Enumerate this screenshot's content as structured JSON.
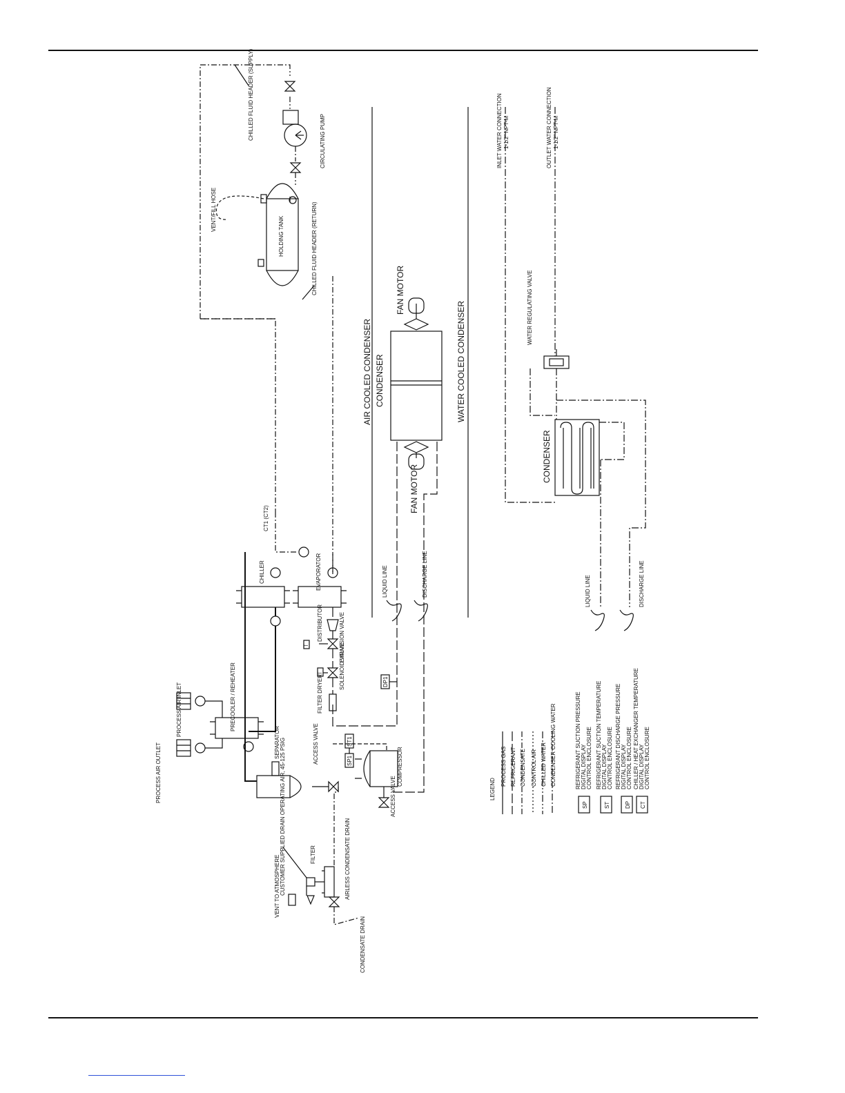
{
  "labels": {
    "chilled_fluid_header_supply": "CHILLED FLUID HEADER (SUPPLY)",
    "circulating_pump": "CIRCULATING PUMP",
    "vent_fill_hose": "VENT/FILL HOSE",
    "holding_tank": "HOLDING TANK",
    "chilled_fluid_header_return": "CHILLED FLUID HEADER (RETURN)",
    "inlet_water_connection": "INLET WATER CONNECTION",
    "inlet_npt": "1-1/2\" NPT-M",
    "outlet_water_connection": "OUTLET WATER CONNECTION",
    "outlet_npt": "1-1/2\" NPT-M",
    "air_cooled_condenser": "AIR COOLED CONDENSER",
    "condenser_air": "CONDENSER",
    "water_cooled_condenser": "WATER COOLED CONDENSER",
    "fan_motor_top": "FAN MOTOR",
    "fan_motor_bottom": "FAN MOTOR",
    "water_regulating_valve": "WATER REGULATING VALVE",
    "condenser_water": "CONDENSER",
    "ct_tag": "CT1 (CT2)",
    "chiller": "CHILLER",
    "evaporator": "EVAPORATOR",
    "liquid_line_air": "LIQUID LINE",
    "discharge_line_air": "DISCHARGE LINE",
    "liquid_line_water": "LIQUID LINE",
    "discharge_line_water": "DISCHARGE LINE",
    "distributor": "DISTRIBUTOR",
    "expansion_valve": "EXPANSION VALVE",
    "solenoid_valve": "SOLENOID VALVE",
    "filter_dryer": "FILTER DRYER",
    "dp_tag": "DP1",
    "process_air_inlet": "PROCESS AIR INLET",
    "process_air_outlet": "PROCESS AIR OUTLET",
    "precooler_reheater": "PRECOOLER / REHEATER",
    "separator": "SEPARATOR",
    "access_valve_top": "ACCESS VALVE",
    "access_valve_bottom": "ACCESS VALVE",
    "sp_tag": "SP1",
    "st_tag": "ST1",
    "compressor": "COMPRESSOR",
    "customer_supplied_drain": "CUSTOMER SUPPLIED DRAIN OPERATING AIR, 45-125 PSIG",
    "filter": "FILTER",
    "airless_condensate_drain": "AIRLESS CONDENSATE DRAIN",
    "vent_to_atmosphere": "VENT TO ATMOSPHERE",
    "condensate_drain": "CONDENSATE DRAIN",
    "tag_t1": "T",
    "tag_t2": "T"
  },
  "legend": {
    "title": "LEGEND",
    "lines": [
      "PROCESS GAS",
      "REFRIGERANT",
      "CONDENSATE",
      "CONTROL AIR",
      "CHILLED WATER",
      "CONDENSER COOLING WATER"
    ],
    "boxes": [
      {
        "code": "SP",
        "l1": "REFRIGERANT SUCTION PRESSURE",
        "l2": "DIGITAL DISPLAY",
        "l3": "CONTROL ENCLOSURE"
      },
      {
        "code": "ST",
        "l1": "REFRIGERANT SUCTION TEMPERATURE",
        "l2": "DIGITAL DISPLAY",
        "l3": "CONTROL ENCLOSURE"
      },
      {
        "code": "DP",
        "l1": "REFRIGERANT DISCHARGE PRESSURE",
        "l2": "DIGITAL DISPLAY",
        "l3": "CONTROL ENCLOSURE"
      },
      {
        "code": "CT",
        "l1": "CHILLER / HEAT EXCHANGER TEMPERATURE",
        "l2": "DIGITAL DISPLAY",
        "l3": "CONTROL ENCLOSURE"
      }
    ]
  }
}
